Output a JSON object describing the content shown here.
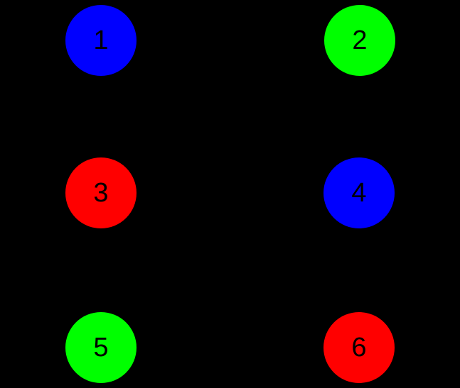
{
  "canvas": {
    "background_color": "#000000",
    "label_color": "#000000"
  },
  "graph": {
    "type": "node-diagram",
    "edges": [],
    "nodes": [
      {
        "id": "1",
        "label": "1",
        "color": "#0000ff",
        "grid": {
          "row": 1,
          "col": 1
        }
      },
      {
        "id": "2",
        "label": "2",
        "color": "#00ff00",
        "grid": {
          "row": 1,
          "col": 2
        }
      },
      {
        "id": "3",
        "label": "3",
        "color": "#ff0000",
        "grid": {
          "row": 2,
          "col": 1
        }
      },
      {
        "id": "4",
        "label": "4",
        "color": "#0000ff",
        "grid": {
          "row": 2,
          "col": 2
        }
      },
      {
        "id": "5",
        "label": "5",
        "color": "#00ff00",
        "grid": {
          "row": 3,
          "col": 1
        }
      },
      {
        "id": "6",
        "label": "6",
        "color": "#ff0000",
        "grid": {
          "row": 3,
          "col": 2
        }
      }
    ]
  }
}
